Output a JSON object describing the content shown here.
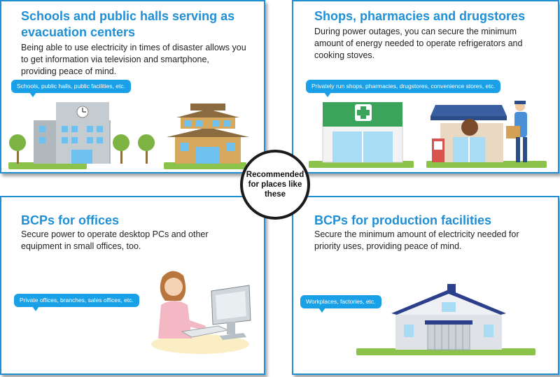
{
  "center_label": "Recommended for places like these",
  "panels": [
    {
      "title": "Schools and public halls serving as evacuation centers",
      "description": "Being able to use electricity in times of disaster allows you to get information via television and smartphone, providing peace of mind.",
      "tag": "Schools, public halls, public facilities, etc."
    },
    {
      "title": "Shops, pharmacies and drugstores",
      "description": "During power outages, you can secure the minimum amount of energy needed to operate refrigerators and cooking stoves.",
      "tag": "Privately run shops, pharmacies, drugstores, convenience stores, etc."
    },
    {
      "title": "BCPs for offices",
      "description": "Secure power to operate desktop PCs and other equipment in small offices, too.",
      "tag": "Private offices, branches, sales offices, etc."
    },
    {
      "title": "BCPs for production facilities",
      "description": "Secure the minimum amount of electricity needed for priority uses, providing peace of mind.",
      "tag": "Workplaces, factories, etc."
    }
  ],
  "colors": {
    "accent": "#1f8fd6",
    "tag": "#1aa0e6",
    "grass": "#8bc34a"
  }
}
